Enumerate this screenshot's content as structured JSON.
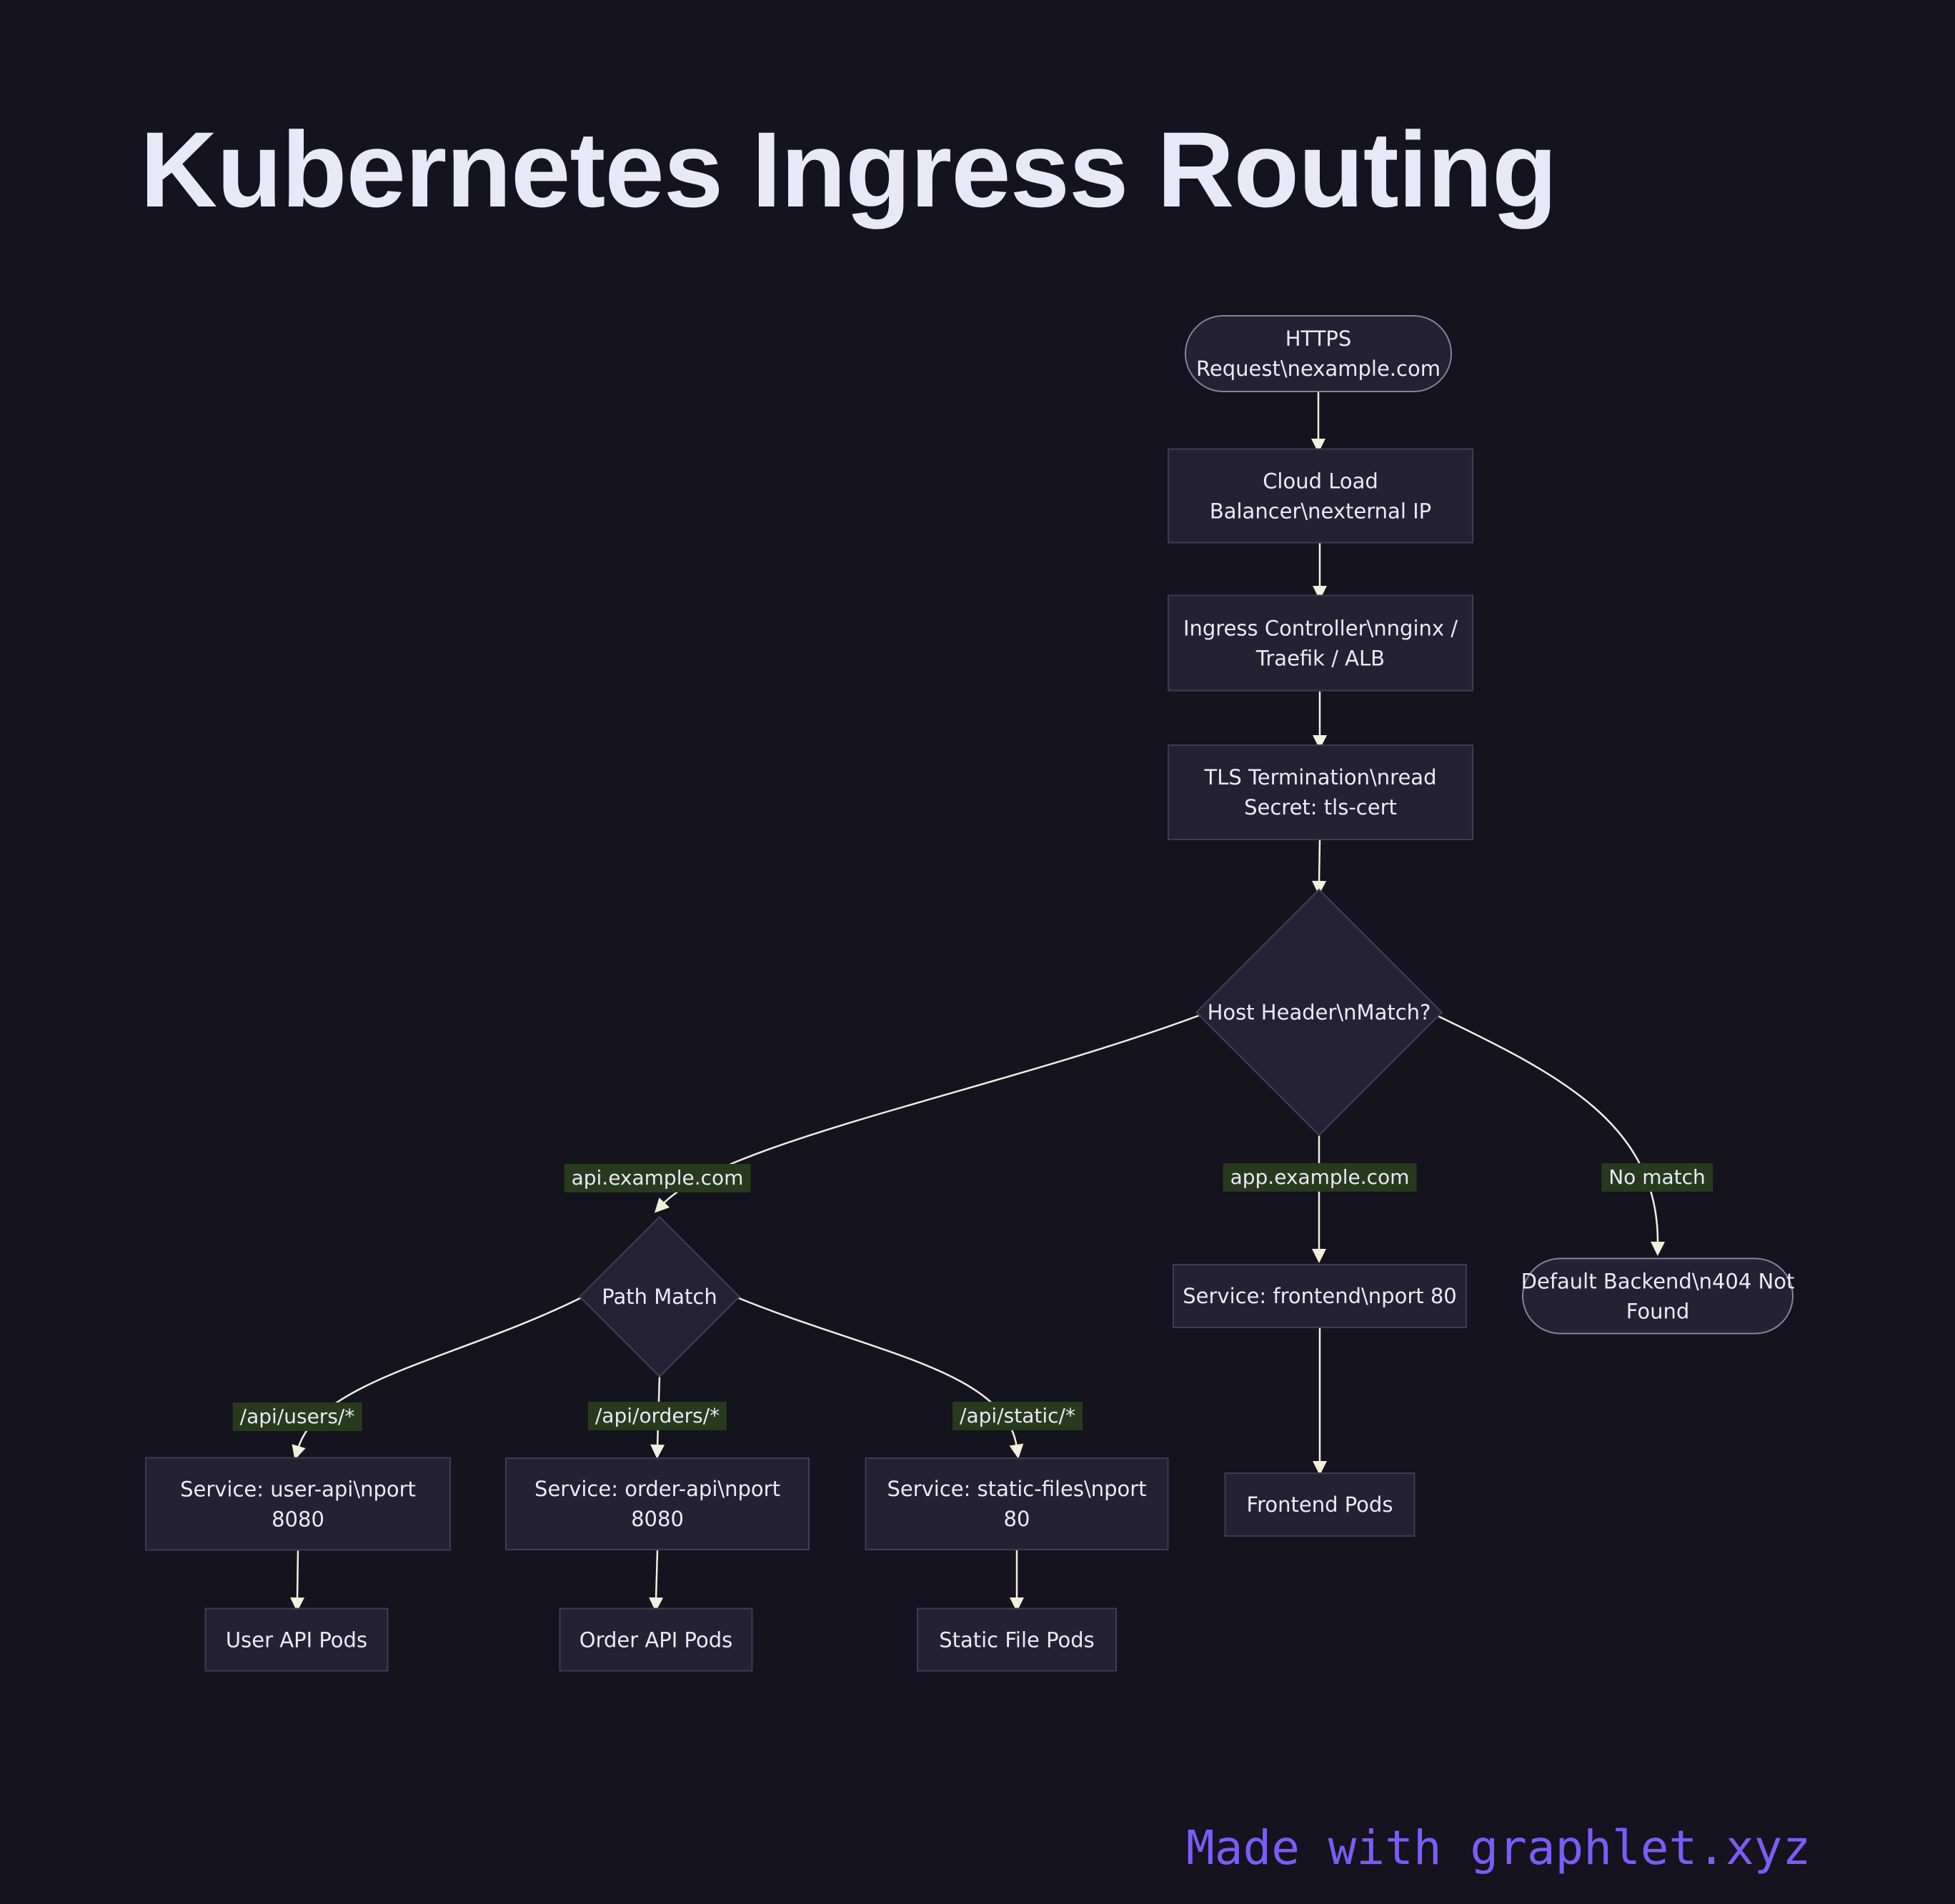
{
  "title": "Kubernetes Ingress Routing",
  "footer": {
    "text": "Made with graphlet.xyz"
  },
  "colors": {
    "background": "#14131e",
    "node_fill": "#232132",
    "node_border": "#3e3c55",
    "stadium_border": "#83839a",
    "diamond_fill": "#242234",
    "edge_line": "#f0efe0",
    "arrowhead": "#f2f0dc",
    "edge_label_bg": "#273a1d",
    "text": "#ece9fb",
    "footer_text": "#7b5cf6"
  },
  "nodes": {
    "https": {
      "lines": [
        "HTTPS",
        "Request\\nexample.com"
      ]
    },
    "cloud": {
      "lines": [
        "Cloud Load",
        "Balancer\\nexternal IP"
      ]
    },
    "ingress": {
      "lines": [
        "Ingress Controller\\nnginx /",
        "Traefik / ALB"
      ]
    },
    "tls": {
      "lines": [
        "TLS Termination\\nread",
        "Secret: tls-cert"
      ]
    },
    "host_header": {
      "lines": [
        "Host Header\\nMatch?"
      ]
    },
    "path_match": {
      "lines": [
        "Path Match"
      ]
    },
    "svc_user": {
      "lines": [
        "Service: user-api\\nport",
        "8080"
      ]
    },
    "svc_order": {
      "lines": [
        "Service: order-api\\nport",
        "8080"
      ]
    },
    "svc_static": {
      "lines": [
        "Service: static-files\\nport",
        "80"
      ]
    },
    "svc_frontend": {
      "lines": [
        "Service: frontend\\nport 80"
      ]
    },
    "default_backend": {
      "lines": [
        "Default Backend\\n404 Not",
        "Found"
      ]
    },
    "user_pods": {
      "lines": [
        "User API Pods"
      ]
    },
    "order_pods": {
      "lines": [
        "Order API Pods"
      ]
    },
    "static_pods": {
      "lines": [
        "Static File Pods"
      ]
    },
    "frontend_pods": {
      "lines": [
        "Frontend Pods"
      ]
    }
  },
  "edge_labels": {
    "api_host": "api.example.com",
    "app_host": "app.example.com",
    "no_match": "No match",
    "path_users": "/api/users/*",
    "path_orders": "/api/orders/*",
    "path_static": "/api/static/*"
  }
}
